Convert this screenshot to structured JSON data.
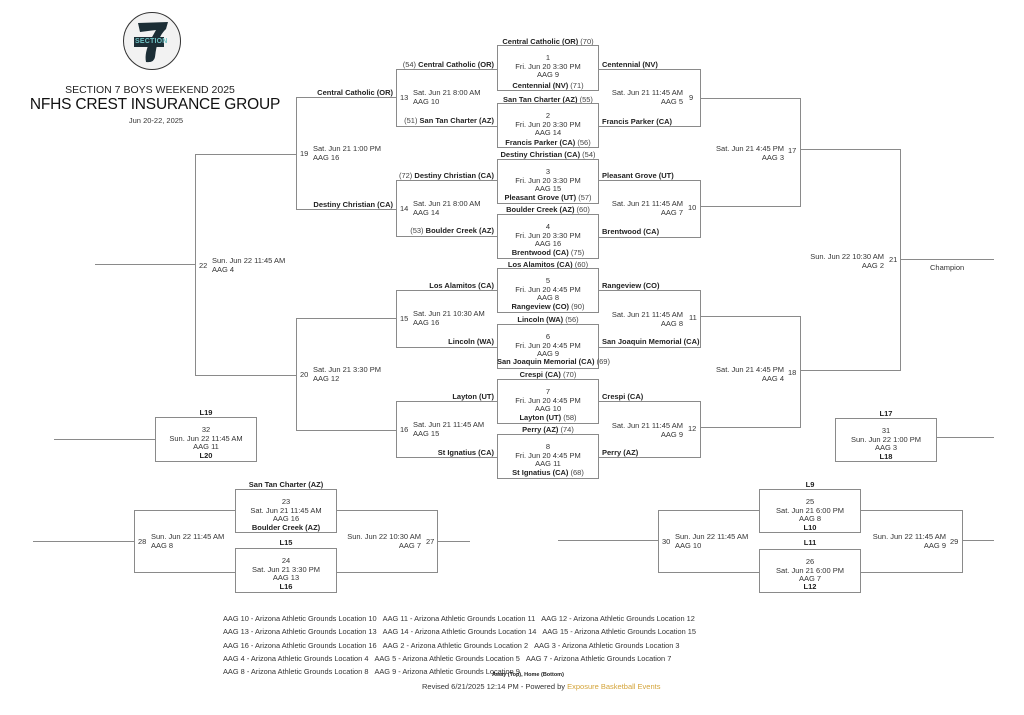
{
  "header": {
    "logo_text": "SECTION",
    "logo_numeral": "7",
    "event_title": "SECTION 7 BOYS WEEKEND 2025",
    "division_title": "NFHS CREST INSURANCE GROUP",
    "dates": "Jun 20-22, 2025"
  },
  "games": {
    "g1": {
      "num": "1",
      "time": "Fri. Jun 20 3:30 PM",
      "court": "AAG 9",
      "away": "Central Catholic (OR)",
      "away_score": "(70)",
      "home": "Centennial (NV)",
      "home_score": "(71)"
    },
    "g2": {
      "num": "2",
      "time": "Fri. Jun 20 3:30 PM",
      "court": "AAG 14",
      "away": "San Tan Charter (AZ)",
      "away_score": "(55)",
      "home": "Francis Parker (CA)",
      "home_score": "(56)"
    },
    "g3": {
      "num": "3",
      "time": "Fri. Jun 20 3:30 PM",
      "court": "AAG 15",
      "away": "Destiny Christian (CA)",
      "away_score": "(54)",
      "home": "Pleasant Grove (UT)",
      "home_score": "(57)"
    },
    "g4": {
      "num": "4",
      "time": "Fri. Jun 20 3:30 PM",
      "court": "AAG 16",
      "away": "Boulder Creek (AZ)",
      "away_score": "(60)",
      "home": "Brentwood (CA)",
      "home_score": "(75)"
    },
    "g5": {
      "num": "5",
      "time": "Fri. Jun 20 4:45 PM",
      "court": "AAG 8",
      "away": "Los Alamitos (CA)",
      "away_score": "(60)",
      "home": "Rangeview (CO)",
      "home_score": "(90)"
    },
    "g6": {
      "num": "6",
      "time": "Fri. Jun 20 4:45 PM",
      "court": "AAG 9",
      "away": "Lincoln (WA)",
      "away_score": "(56)",
      "home": "San Joaquin Memorial (CA)",
      "home_score": "(69)"
    },
    "g7": {
      "num": "7",
      "time": "Fri. Jun 20 4:45 PM",
      "court": "AAG 10",
      "away": "Crespi (CA)",
      "away_score": "(70)",
      "home": "Layton (UT)",
      "home_score": "(58)"
    },
    "g8": {
      "num": "8",
      "time": "Fri. Jun 20 4:45 PM",
      "court": "AAG 11",
      "away": "Perry (AZ)",
      "away_score": "(74)",
      "home": "St Ignatius (CA)",
      "home_score": "(68)"
    },
    "g9": {
      "num": "9",
      "time": "Sat. Jun 21 11:45 AM",
      "court": "AAG 5",
      "top": "Centennial (NV)",
      "bottom": "Francis Parker (CA)"
    },
    "g10": {
      "num": "10",
      "time": "Sat. Jun 21 11:45 AM",
      "court": "AAG 7",
      "top": "Pleasant Grove (UT)",
      "bottom": "Brentwood (CA)"
    },
    "g11": {
      "num": "11",
      "time": "Sat. Jun 21 11:45 AM",
      "court": "AAG 8",
      "top": "Rangeview (CO)",
      "bottom": "San Joaquin Memorial (CA)"
    },
    "g12": {
      "num": "12",
      "time": "Sat. Jun 21 11:45 AM",
      "court": "AAG 9",
      "top": "Crespi (CA)",
      "bottom": "Perry (AZ)"
    },
    "g13": {
      "num": "13",
      "time": "Sat. Jun 21 8:00 AM",
      "court": "AAG 10",
      "top": "Central Catholic (OR)",
      "top_score": "(54)",
      "bottom": "San Tan Charter (AZ)",
      "bottom_score": "(51)"
    },
    "g14": {
      "num": "14",
      "time": "Sat. Jun 21 8:00 AM",
      "court": "AAG 14",
      "top": "Destiny Christian (CA)",
      "top_score": "(72)",
      "bottom": "Boulder Creek (AZ)",
      "bottom_score": "(53)"
    },
    "g15": {
      "num": "15",
      "time": "Sat. Jun 21 10:30 AM",
      "court": "AAG 16",
      "top": "Los Alamitos (CA)",
      "bottom": "Lincoln (WA)"
    },
    "g16": {
      "num": "16",
      "time": "Sat. Jun 21 11:45 AM",
      "court": "AAG 15",
      "top": "Layton (UT)",
      "bottom": "St Ignatius (CA)"
    },
    "g17": {
      "num": "17",
      "time": "Sat. Jun 21 4:45 PM",
      "court": "AAG 3"
    },
    "g18": {
      "num": "18",
      "time": "Sat. Jun 21 4:45 PM",
      "court": "AAG 4"
    },
    "g19": {
      "num": "19",
      "time": "Sat. Jun 21 1:00 PM",
      "court": "AAG 16",
      "top": "Central Catholic (OR)",
      "bottom": "Destiny Christian (CA)"
    },
    "g20": {
      "num": "20",
      "time": "Sat. Jun 21 3:30 PM",
      "court": "AAG 12"
    },
    "g21": {
      "num": "21",
      "time": "Sun. Jun 22 10:30 AM",
      "court": "AAG 2",
      "result_label": "Champion"
    },
    "g22": {
      "num": "22",
      "time": "Sun. Jun 22 11:45 AM",
      "court": "AAG 4"
    },
    "g23": {
      "num": "23",
      "time": "Sat. Jun 21 11:45 AM",
      "court": "AAG 16",
      "away": "San Tan Charter (AZ)",
      "home": "Boulder Creek (AZ)"
    },
    "g24": {
      "num": "24",
      "time": "Sat. Jun 21 3:30 PM",
      "court": "AAG 13",
      "away": "L15",
      "home": "L16"
    },
    "g25": {
      "num": "25",
      "time": "Sat. Jun 21 6:00 PM",
      "court": "AAG 8",
      "away": "L9",
      "home": "L10"
    },
    "g26": {
      "num": "26",
      "time": "Sat. Jun 21 6:00 PM",
      "court": "AAG 7",
      "away": "L11",
      "home": "L12"
    },
    "g27": {
      "num": "27",
      "time": "Sun. Jun 22 10:30 AM",
      "court": "AAG 7"
    },
    "g28": {
      "num": "28",
      "time": "Sun. Jun 22 11:45 AM",
      "court": "AAG 8"
    },
    "g29": {
      "num": "29",
      "time": "Sun. Jun 22 11:45 AM",
      "court": "AAG 9"
    },
    "g30": {
      "num": "30",
      "time": "Sun. Jun 22 11:45 AM",
      "court": "AAG 10"
    },
    "g31": {
      "num": "31",
      "time": "Sun. Jun 22 1:00 PM",
      "court": "AAG 3",
      "away": "L17",
      "home": "L18"
    },
    "g32": {
      "num": "32",
      "time": "Sun. Jun 22 11:45 AM",
      "court": "AAG 11",
      "away": "L19",
      "home": "L20"
    }
  },
  "legend": {
    "rows": [
      [
        "AAG 10 - Arizona Athletic Grounds Location 10",
        "AAG 11 - Arizona Athletic Grounds Location 11",
        "AAG 12 - Arizona Athletic Grounds Location 12"
      ],
      [
        "AAG 13 - Arizona Athletic Grounds Location 13",
        "AAG 14 - Arizona Athletic Grounds Location 14",
        "AAG 15 - Arizona Athletic Grounds Location 15"
      ],
      [
        "AAG 16 - Arizona Athletic Grounds Location 16",
        "AAG 2 - Arizona Athletic Grounds Location 2",
        "AAG 3 - Arizona Athletic Grounds Location 3"
      ],
      [
        "AAG 4 - Arizona Athletic Grounds Location 4",
        "AAG 5 - Arizona Athletic Grounds Location 5",
        "AAG 7 - Arizona Athletic Grounds Location 7"
      ],
      [
        "AAG 8 - Arizona Athletic Grounds Location 8",
        "AAG 9 - Arizona Athletic Grounds Location 9"
      ]
    ]
  },
  "footer": {
    "note": "Away (Top), Home (Bottom)",
    "revised": "Revised 6/21/2025 12:14 PM - Powered by ",
    "powered_by": "Exposure Basketball Events",
    "powered_color": "#d4a43a"
  }
}
